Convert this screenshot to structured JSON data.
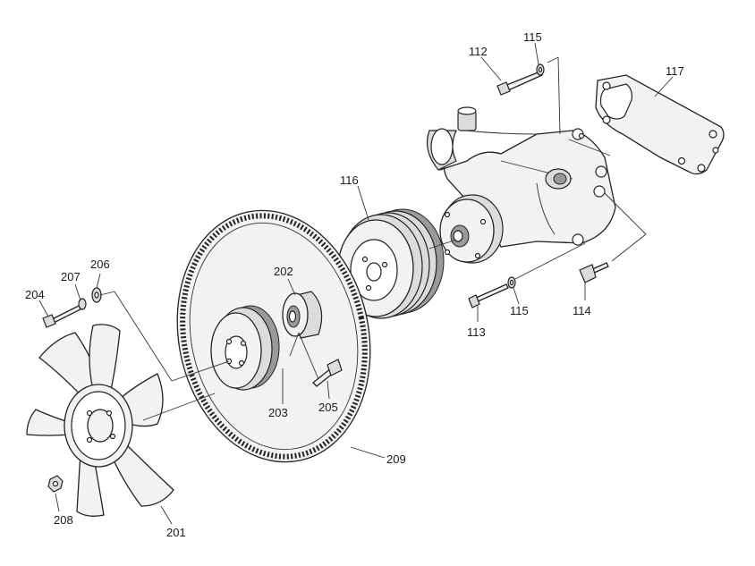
{
  "labels": {
    "l112": "112",
    "l115a": "115",
    "l117": "117",
    "l116": "116",
    "l202": "202",
    "l206": "206",
    "l207": "207",
    "l204": "204",
    "l113": "113",
    "l115b": "115",
    "l114": "114",
    "l203": "203",
    "l205": "205",
    "l209": "209",
    "l208": "208",
    "l201": "201"
  }
}
